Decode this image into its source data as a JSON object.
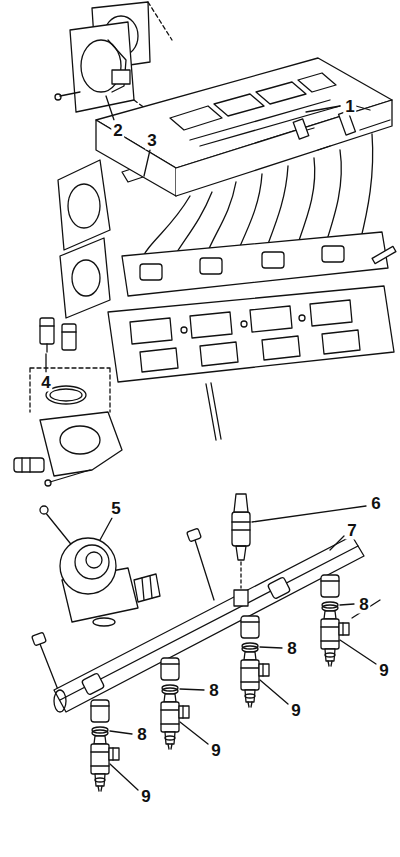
{
  "diagram": {
    "labels": [
      "1",
      "2",
      "3",
      "4",
      "5",
      "6",
      "7",
      "8",
      "8",
      "8",
      "8",
      "9",
      "9",
      "9",
      "9"
    ]
  }
}
